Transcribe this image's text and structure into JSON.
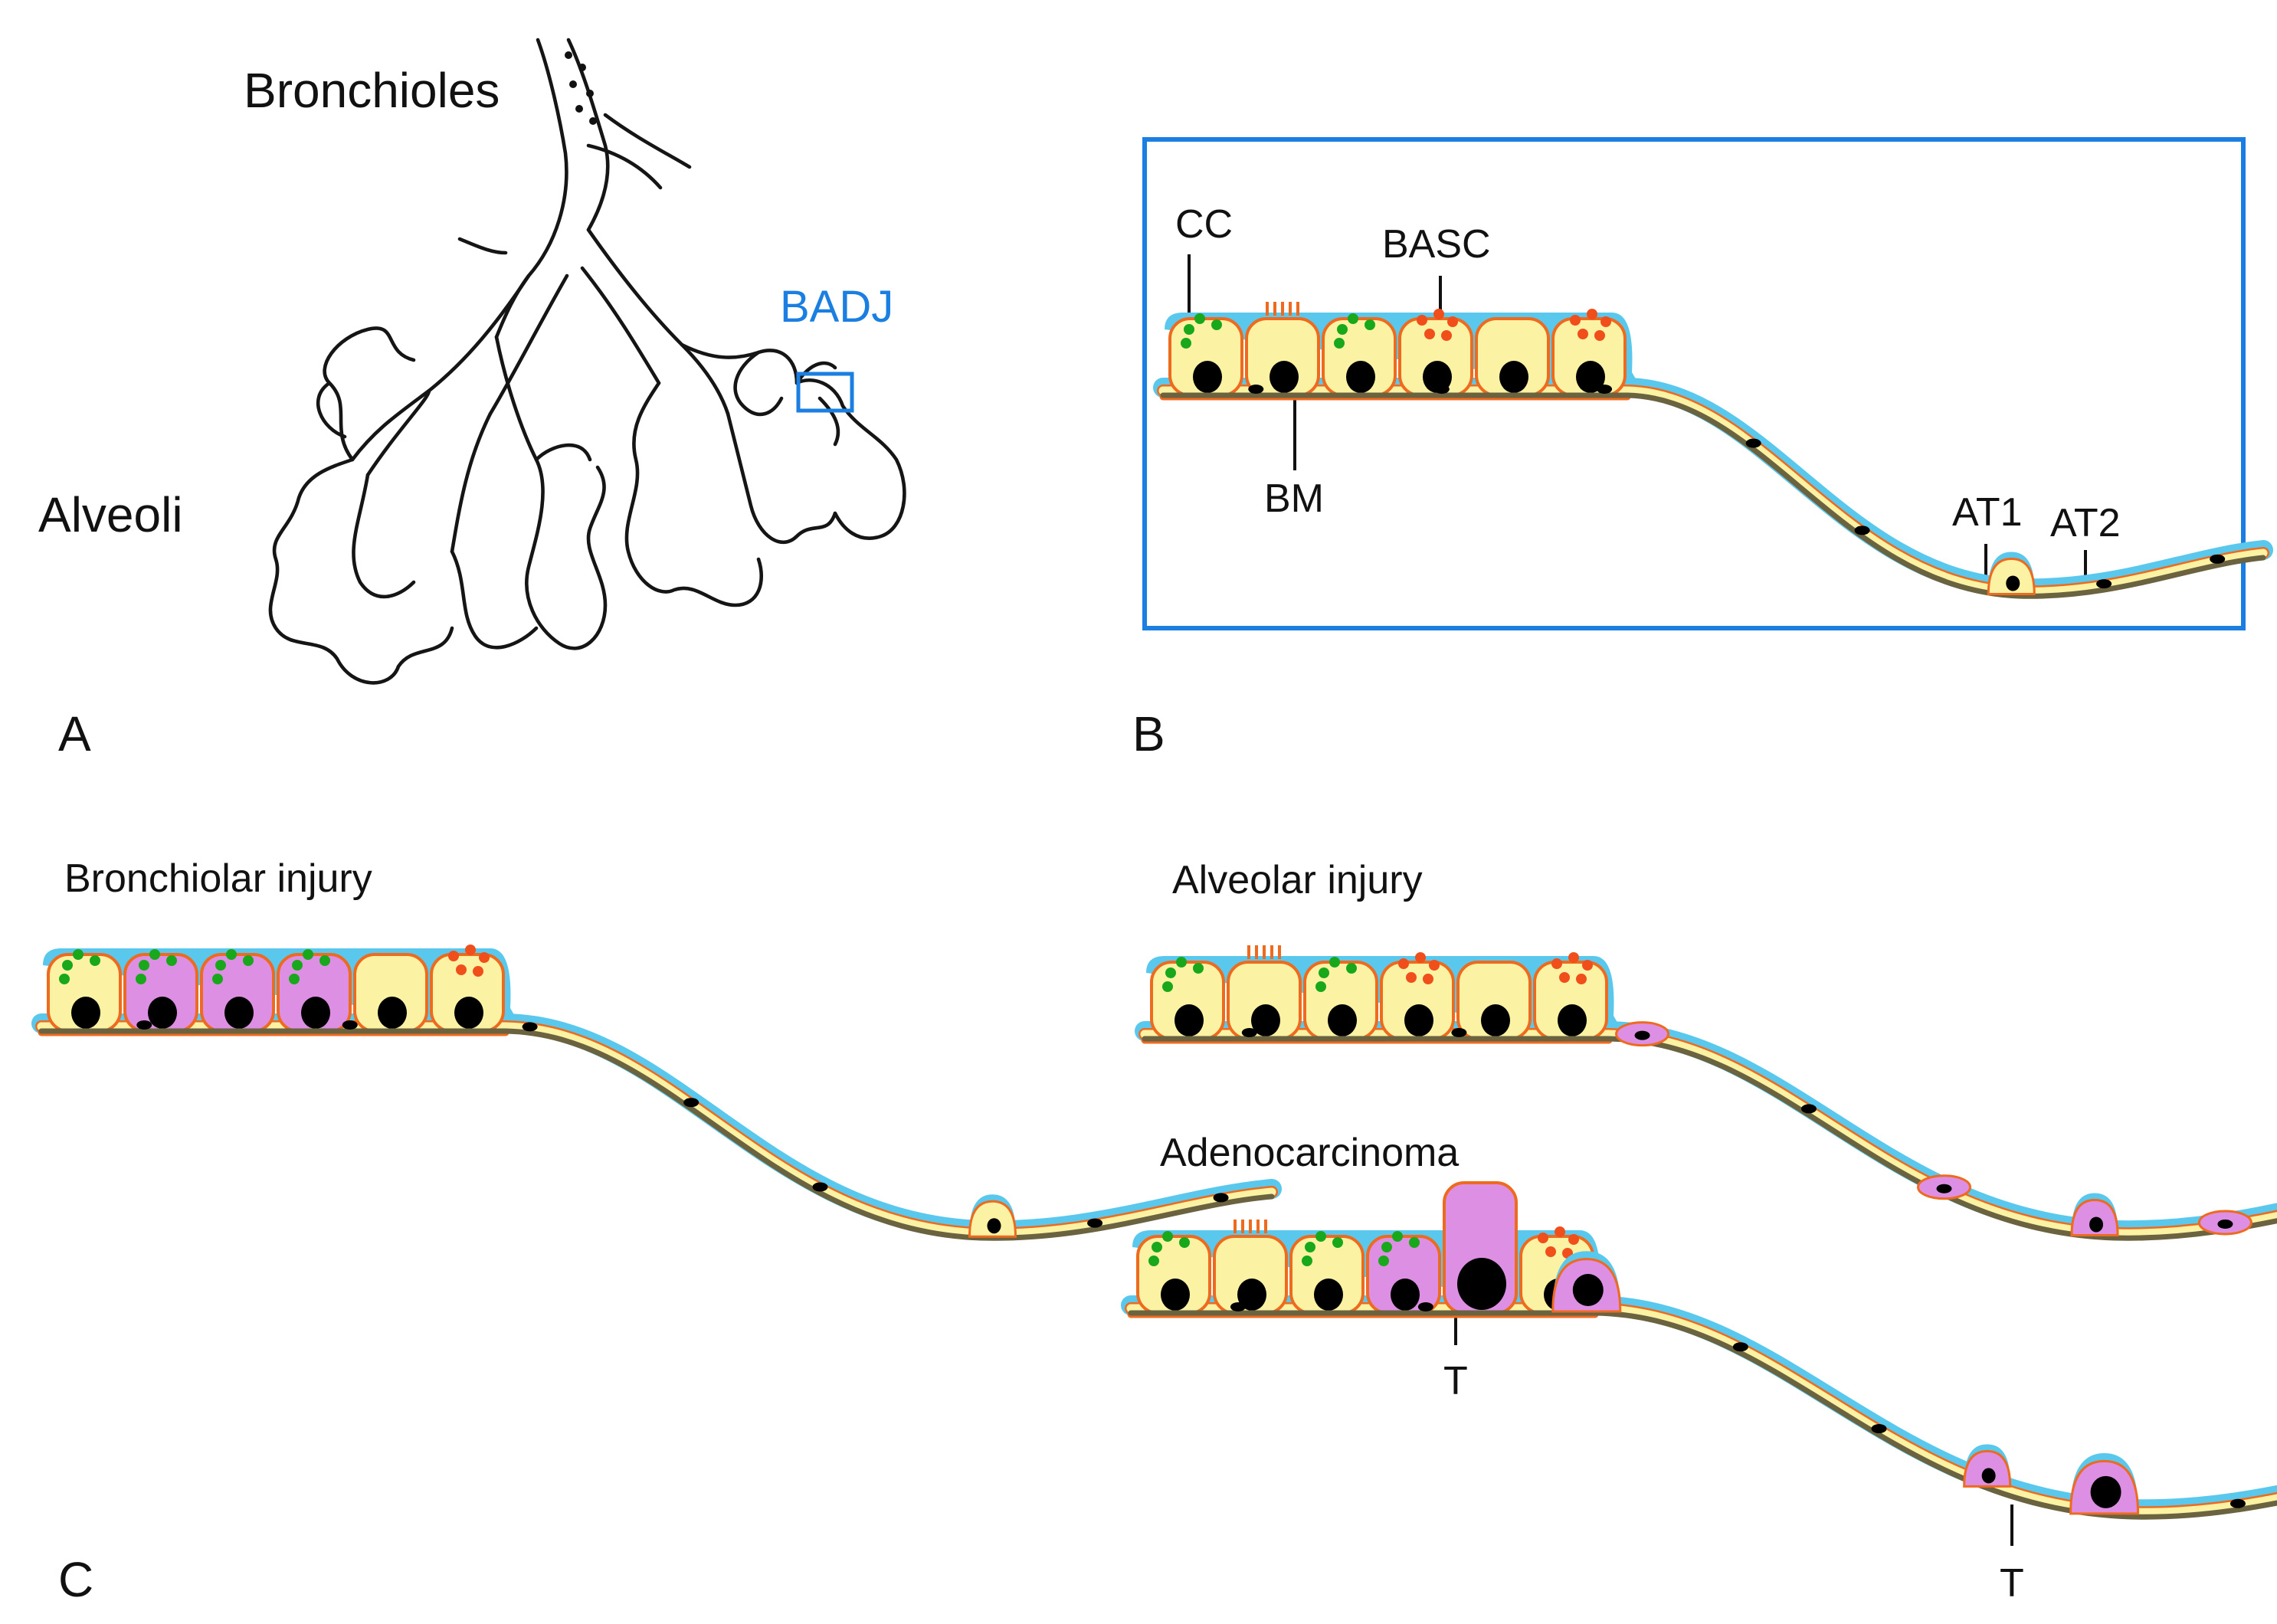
{
  "panels": {
    "a": "A",
    "b": "B",
    "c": "C"
  },
  "panel_a": {
    "bronchioles": "Bronchioles",
    "alveoli": "Alveoli",
    "badj": "BADJ"
  },
  "panel_b": {
    "labels": {
      "cc": "CC",
      "basc": "BASC",
      "bm": "BM",
      "at1": "AT1",
      "at2": "AT2"
    }
  },
  "panel_c": {
    "bronchiolar_injury": "Bronchiolar injury",
    "alveolar_injury": "Alveolar injury",
    "adenocarcinoma": "Adenocarcinoma",
    "tumor_label": "T"
  },
  "colors": {
    "cell_yellow": "#fbf3a3",
    "cell_outline": "#ee6a1f",
    "tumor_pink": "#dc8fe3",
    "mucus_blue": "#59c8ec",
    "club_granules": "#19a81b",
    "basc_granules": "#f04e1b",
    "nucleus": "#000000",
    "frame_blue": "#1a7fe0"
  },
  "cell_types": {
    "club": "club-cell-green-granules",
    "ciliated": "ciliated-cell",
    "basc": "basc-orange-granules",
    "plain": "bronchiolar-cell",
    "at1": "alveolar-type-1-thin-cell",
    "at2": "alveolar-type-2-dome-cell"
  }
}
